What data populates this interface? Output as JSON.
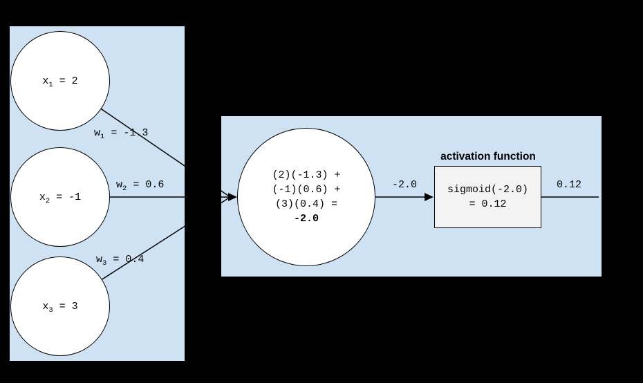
{
  "inputs": {
    "nodes": [
      {
        "base": "x",
        "sub": "1",
        "rest": " = 2"
      },
      {
        "base": "x",
        "sub": "2",
        "rest": " = -1"
      },
      {
        "base": "x",
        "sub": "3",
        "rest": " = 3"
      }
    ],
    "weights": [
      {
        "base": "w",
        "sub": "1",
        "rest": " = -1.3"
      },
      {
        "base": "w",
        "sub": "2",
        "rest": " = 0.6"
      },
      {
        "base": "w",
        "sub": "3",
        "rest": " = 0.4"
      }
    ]
  },
  "neuron": {
    "sum_lines": [
      "(2)(-1.3) +",
      "(-1)(0.6) +",
      "(3)(0.4) ="
    ],
    "sum_result": "-2.0",
    "sum_value_label": "-2.0",
    "activation_title": "activation function",
    "activation_lines": [
      "sigmoid(-2.0)",
      "= 0.12"
    ],
    "output_label": "0.12"
  },
  "colors": {
    "background": "#000000",
    "panel": "#cfe2f3",
    "node_fill": "#ffffff",
    "activation_box_fill": "#f3f3f3",
    "stroke": "#000000"
  }
}
